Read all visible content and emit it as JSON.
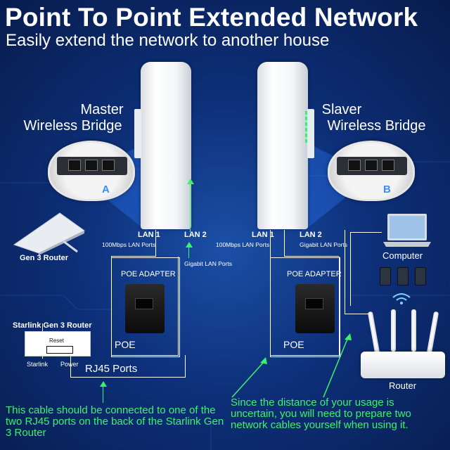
{
  "title": "Point To Point Extended Network",
  "subtitle": "Easily extend the network to another house",
  "master": {
    "line1": "Master",
    "line2": "Wireless Bridge",
    "port_letter": "A",
    "lan1": "LAN 1",
    "lan1_sub": "100Mbps LAN Ports",
    "lan2": "LAN 2",
    "lan2_sub": "Gigabit LAN Ports"
  },
  "slaver": {
    "line1": "Slaver",
    "line2": "Wireless Bridge",
    "port_letter": "B",
    "lan1": "LAN 1",
    "lan1_sub": "100Mbps LAN Ports",
    "lan2": "LAN 2",
    "lan2_sub": "Gigabit LAN Ports"
  },
  "poe_adapter_label": "POE ADAPTER",
  "poe_label": "POE",
  "gen3_router": "Gen 3 Router",
  "starlink_router": {
    "title": "Starlink Gen 3 Router",
    "reset": "Reset",
    "starlink": "Starlink",
    "power": "Power"
  },
  "rj45_ports": "RJ45 Ports",
  "computer": "Computer",
  "router": "Router",
  "note_left": "This cable should be connected to one of the two RJ45 ports on the back of the Starlink Gen 3 Router",
  "note_right": "Since the distance of your usage is uncertain, you will need to prepare two network cables yourself when using it."
}
